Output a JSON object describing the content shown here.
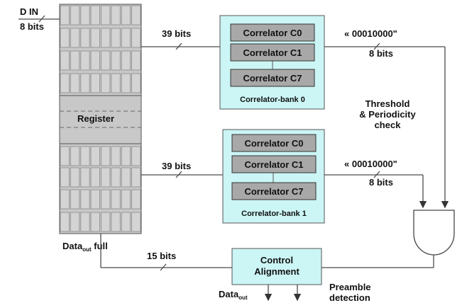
{
  "input": {
    "label": "D IN",
    "width": "8 bits"
  },
  "register": {
    "label": "Register",
    "full_label_main": "Data",
    "full_label_sub": "out",
    "full_label_suffix": " full"
  },
  "bank0": {
    "bus_width": "39 bits",
    "correlators": [
      "Correlator C0",
      "Correlator C1",
      "Correlator C7"
    ],
    "name": "Correlator-bank 0",
    "pattern": "« 00010000\"",
    "out_width": "8 bits"
  },
  "bank1": {
    "bus_width": "39 bits",
    "correlators": [
      "Correlator C0",
      "Correlator C1",
      "Correlator C7"
    ],
    "name": "Correlator-bank 1",
    "pattern": "« 00010000\"",
    "out_width": "8 bits"
  },
  "threshold": {
    "line1": "Threshold",
    "line2": "& Periodicity",
    "line3": "check"
  },
  "control": {
    "line1": "Control",
    "line2": "Alignment",
    "in_width": "15 bits",
    "out_main": "Data",
    "out_sub": "out",
    "preamble1": "Preamble",
    "preamble2": "detection"
  },
  "colors": {
    "register_fill": "#c8c8c8",
    "bank_fill": "#ccf5f5",
    "correlator_fill": "#a8a8a8",
    "wire": "#4a4a4a"
  }
}
